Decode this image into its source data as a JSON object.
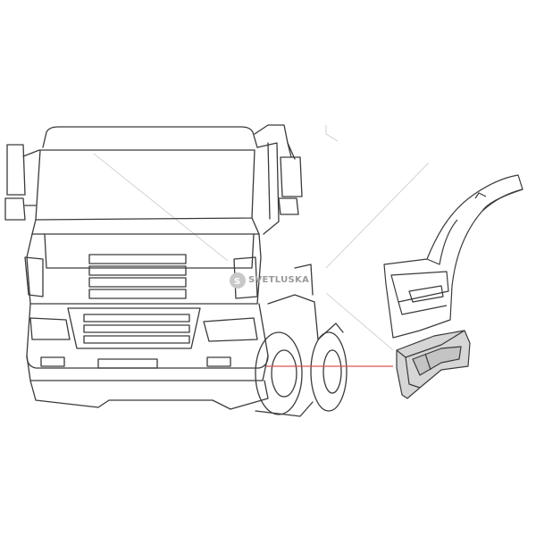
{
  "watermark": {
    "brand": "SVETLUSKA",
    "tagline": "",
    "logo_icon": "svetluska-logo-icon"
  },
  "colors": {
    "line": "#3a3a3a",
    "light_line": "#bdbdbd",
    "callout": "#d9534f",
    "shade": "#d6d6d6",
    "watermark": "#9a9a9a"
  },
  "icons": [
    "truck-cab-drawing",
    "wheel-arch-panel-icon",
    "step-panel-icon",
    "callout-line"
  ]
}
